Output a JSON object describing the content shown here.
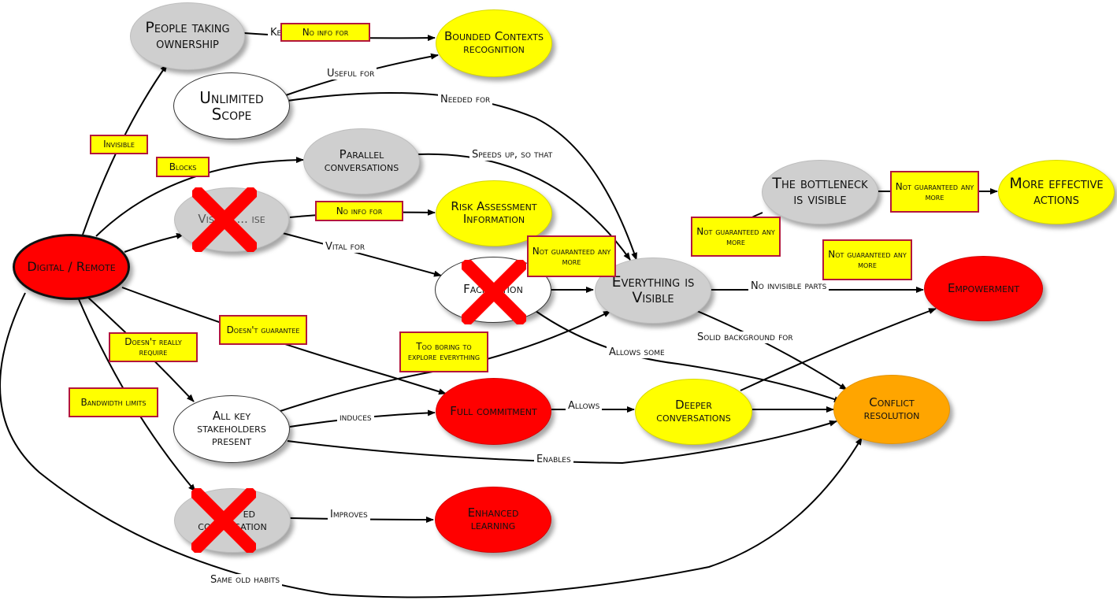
{
  "nodes": {
    "people_taking_ownership": "People taking ownership",
    "bounded_contexts_recognition": "Bounded Contexts recognition",
    "unlimited_scope": "Unlimited Scope",
    "parallel_conversations": "Parallel conversations",
    "risk_assessment_information": "Risk Assessment Information",
    "the_bottleneck_is_visible": "The bottleneck is visible",
    "more_effective_actions": "More effective actions",
    "digital_remote": "Digital / Remote",
    "everything_is_visible": "Everything is Visible",
    "empowerment": "Empowerment",
    "full_commitment": "Full commitment",
    "deeper_conversations": "Deeper conversations",
    "conflict_resolution": "Conflict resolution",
    "all_key_stakeholders_present": "All key stakeholders present",
    "enhanced_learning": "Enhanced learning",
    "crossed_node_1_fragments": "Visible ... ise",
    "facilitation_fragment": "Facilitation",
    "crossed_node_3_fragment_top": "ed",
    "crossed_node_3_fragment_bottom": "conversation"
  },
  "edge_labels": {
    "key_for": "Key for",
    "useful_for": "Useful for",
    "needed_for": "Needed for",
    "speeds_up_so_that": "Speeds up, so that",
    "vital_for": "Vital for",
    "no_invisible_parts": "No invisible parts",
    "solid_background_for": "Solid background for",
    "allows_some": "Allows some",
    "allows": "Allows",
    "induces": "induces",
    "enables": "Enables",
    "improves": "Improves",
    "same_old_habits": "Same old habits"
  },
  "notes": {
    "no_info_for_1": "No info for",
    "invisible": "Invisible",
    "blocks": "Blocks",
    "no_info_for_2": "No info for",
    "not_guaranteed_1": "Not guaranteed any more",
    "not_guaranteed_2": "Not guaranteed any more",
    "not_guaranteed_3": "Not guaranteed any more",
    "not_guaranteed_4": "Not guaranteed any more",
    "doesnt_guarantee": "Doesn't guarantee",
    "too_boring": "Too boring to explore everything",
    "doesnt_really_require": "Doesn't really require",
    "bandwidth_limits": "Bandwidth limits"
  },
  "colors": {
    "gray_node": "#cfcfcf",
    "yellow_node": "#ffff00",
    "red_node": "#ff0000",
    "orange_node": "#ffa500",
    "note_border": "#b3163c",
    "cross": "#ff0000"
  },
  "icons": {
    "cross": "red-cross-icon"
  }
}
